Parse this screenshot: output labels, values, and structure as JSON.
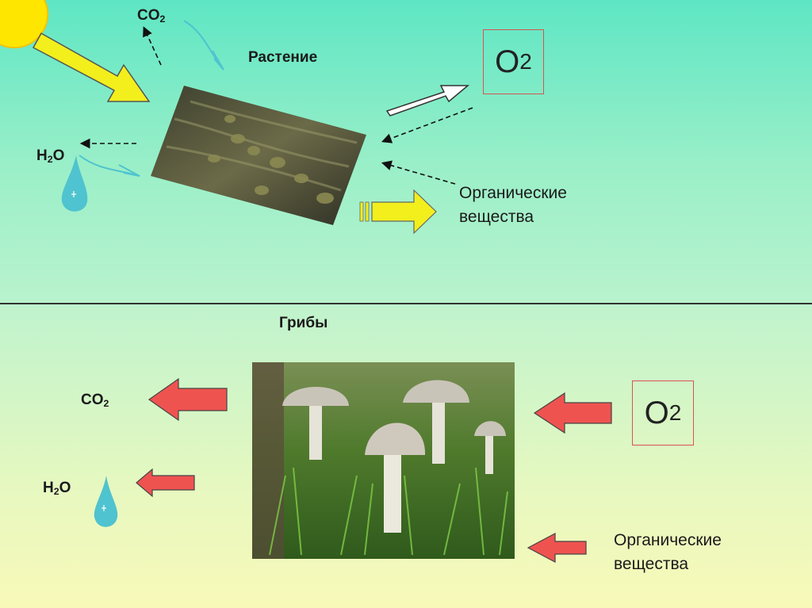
{
  "top": {
    "title": "Растение",
    "co2": {
      "main": "CO",
      "sub": "2"
    },
    "h2o": {
      "a": "H",
      "sub": "2",
      "b": "O"
    },
    "o2": {
      "main": "O",
      "sub": "2"
    },
    "organic_line1": "Органические",
    "organic_line2": "вещества"
  },
  "bottom": {
    "title": "Грибы",
    "co2": {
      "main": "CO",
      "sub": "2"
    },
    "h2o": {
      "a": "H",
      "sub": "2",
      "b": "O"
    },
    "o2": {
      "main": "O",
      "sub": "2"
    },
    "organic_line1": "Органические",
    "organic_line2": "вещества"
  },
  "colors": {
    "sun": "#ffe600",
    "sun_arrow": "#f2ef1c",
    "red_arrow": "#ef5350",
    "water_drop": "#4fc3cf",
    "o2_box_border": "#d9534f"
  },
  "icons": [
    "sun-icon",
    "water-drop-icon",
    "seaweed-photo",
    "mushroom-photo"
  ]
}
